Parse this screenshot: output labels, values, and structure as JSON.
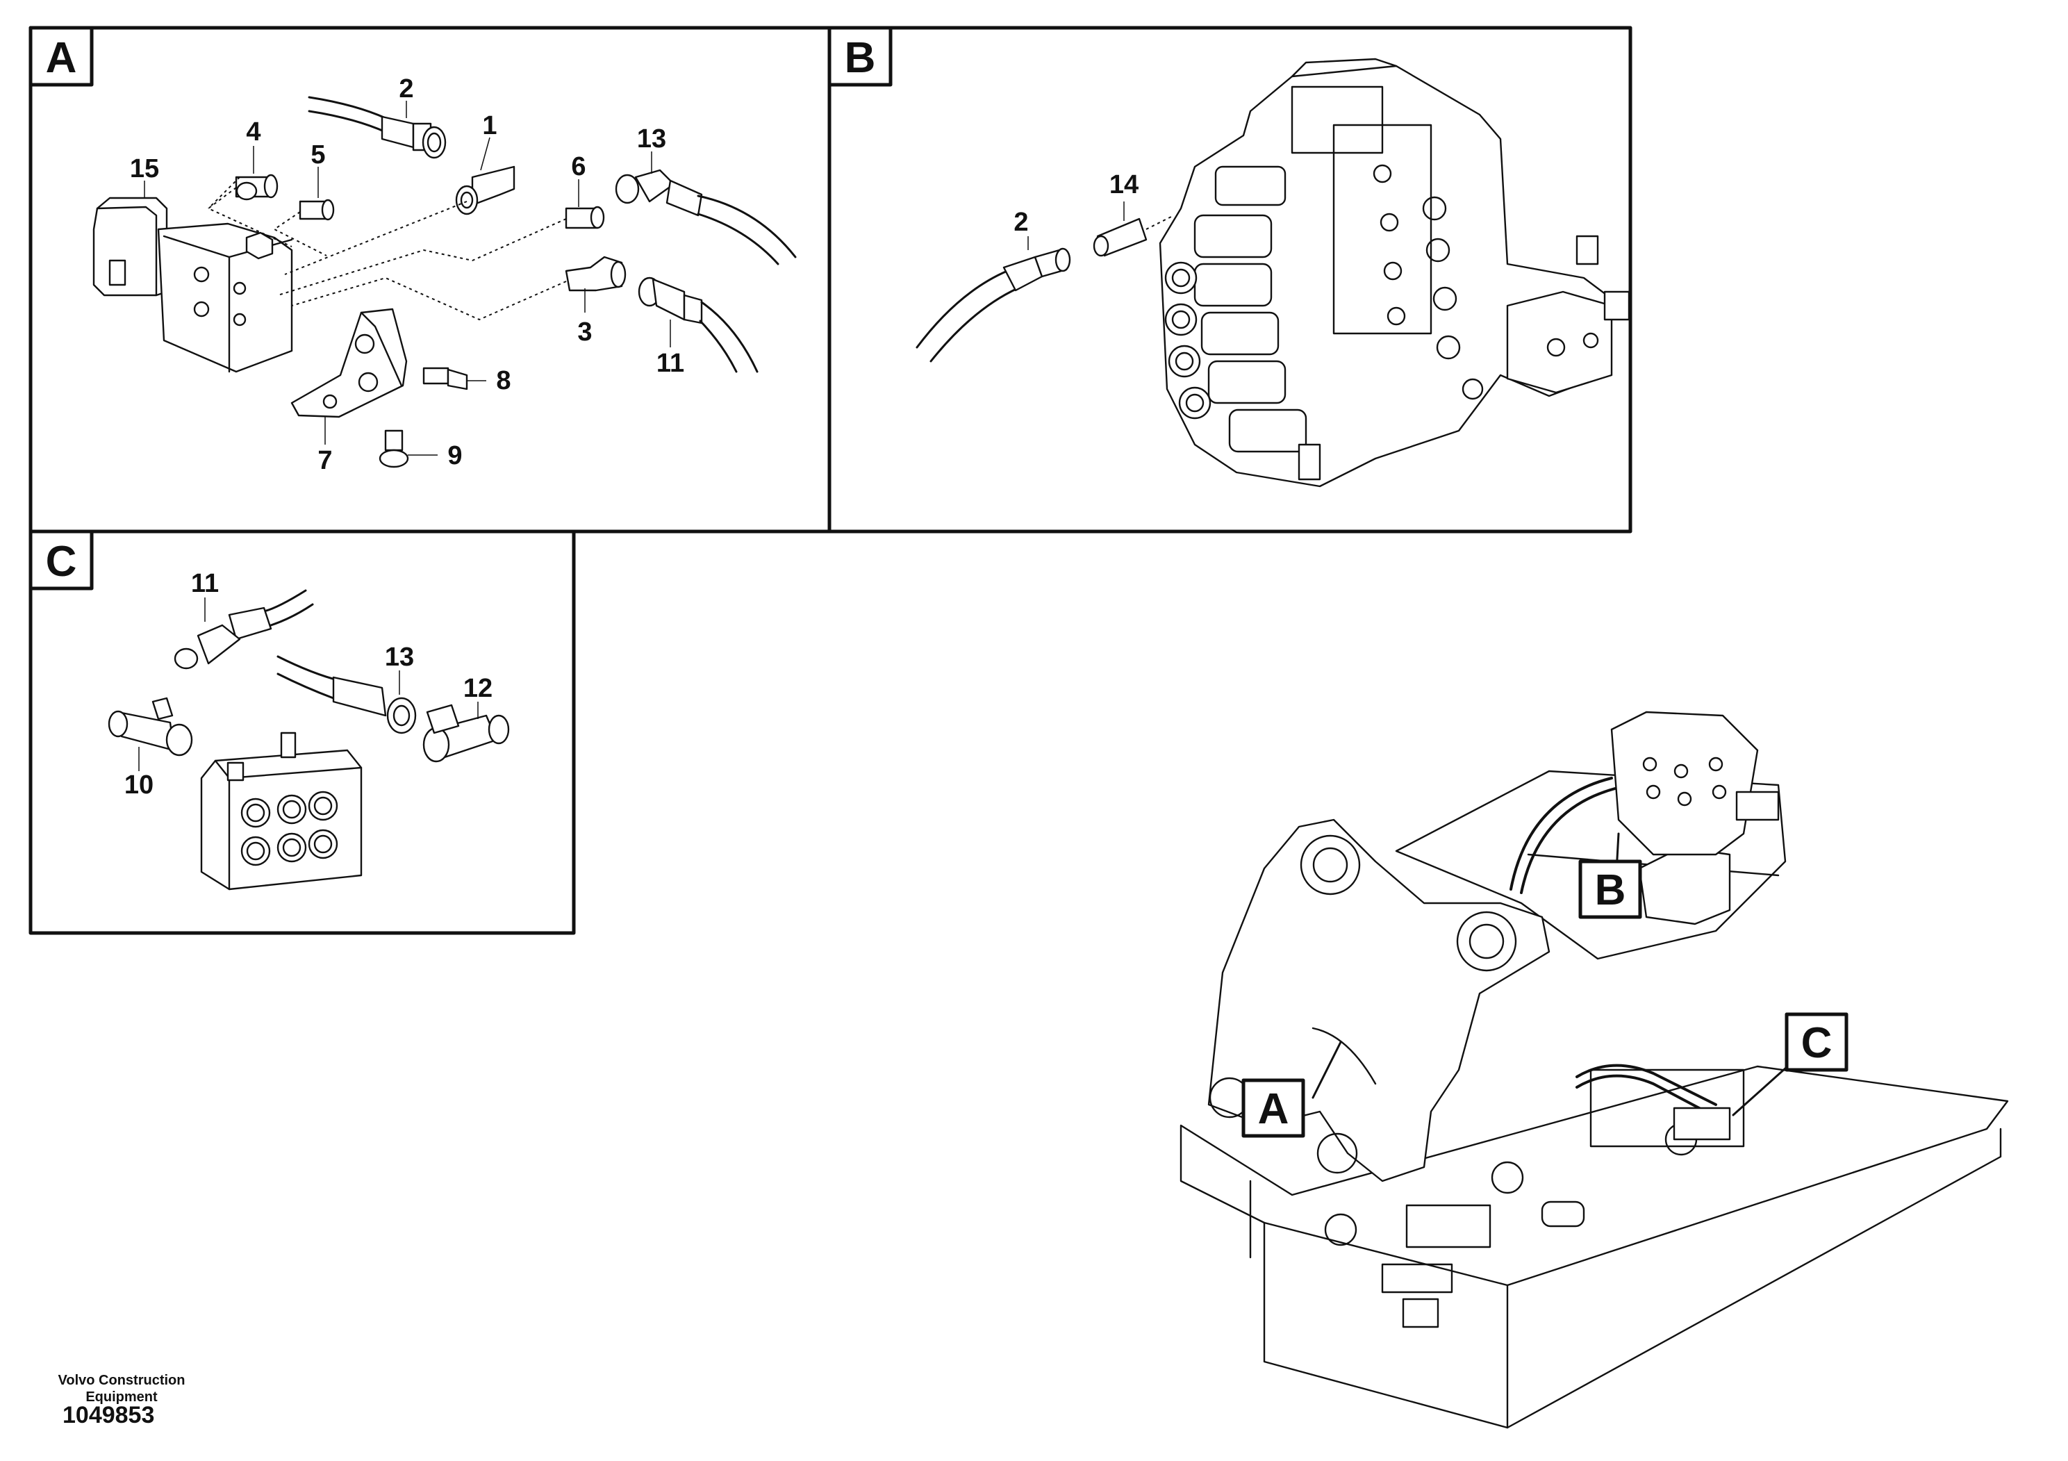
{
  "panels": {
    "a": {
      "letter": "A"
    },
    "b": {
      "letter": "B"
    },
    "c": {
      "letter": "C"
    }
  },
  "callouts": {
    "a": [
      "1",
      "2",
      "3",
      "4",
      "5",
      "6",
      "7",
      "8",
      "9",
      "11",
      "13",
      "15"
    ],
    "b": [
      "2",
      "14"
    ],
    "c": [
      "10",
      "11",
      "12",
      "13"
    ]
  },
  "overview": {
    "label_a": "A",
    "label_b": "B",
    "label_c": "C"
  },
  "footer": {
    "company_line1": "Volvo Construction",
    "company_line2": "Equipment",
    "drawing_number": "1049853"
  }
}
